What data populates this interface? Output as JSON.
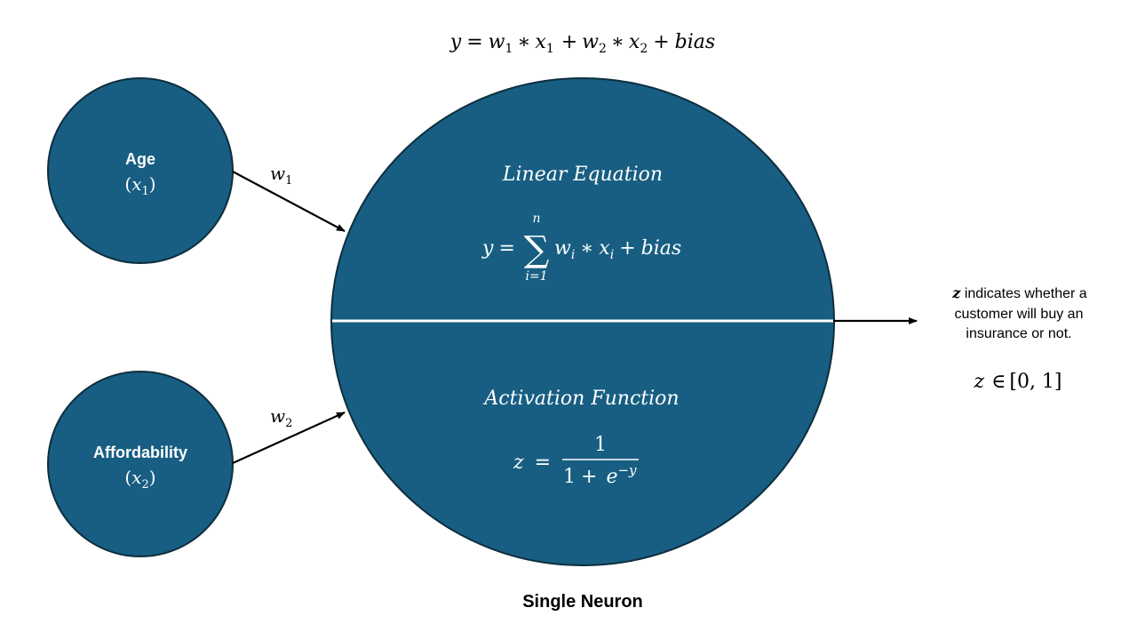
{
  "top_equation": {
    "y": "y",
    "eq": "=",
    "w1": "w",
    "w1_sub": "1",
    "times1": "∗",
    "x1": "x",
    "x1_sub": "1",
    "plus1": "+",
    "w2": "w",
    "w2_sub": "2",
    "times2": "∗",
    "x2": "x",
    "x2_sub": "2",
    "plus2": "+",
    "bias": "bias"
  },
  "inputs": [
    {
      "name": "Age",
      "var_open": "(",
      "var": "x",
      "var_sub": "1",
      "var_close": ")",
      "weight": "w",
      "weight_sub": "1"
    },
    {
      "name": "Affordability",
      "var_open": "(",
      "var": "x",
      "var_sub": "2",
      "var_close": ")",
      "weight": "w",
      "weight_sub": "2"
    }
  ],
  "neuron": {
    "linear_title": "Linear Equation",
    "linear_eq": {
      "y": "y",
      "eq": "=",
      "sigma": "∑",
      "upper": "n",
      "lower": "i=1",
      "w": "w",
      "w_sub": "i",
      "times": "∗",
      "x": "x",
      "x_sub": "i",
      "plus": "+",
      "bias": "bias"
    },
    "activation_title": "Activation Function",
    "activation_eq": {
      "z": "z",
      "eq": "=",
      "numerator": "1",
      "den_one": "1",
      "den_plus": "+",
      "e": "e",
      "exp": "−y"
    },
    "caption": "Single Neuron"
  },
  "output": {
    "z_symbol": "z",
    "desc_line1_rest": " indicates whether a",
    "desc_line2": "customer will buy an",
    "desc_line3": "insurance or not.",
    "range_z": "z",
    "range_in": "∈",
    "range_set": "[0, 1]"
  },
  "colors": {
    "node_fill": "#175e82",
    "node_stroke": "#0e2e3e",
    "node_text": "#ffffff",
    "divider": "#ffffff",
    "arrow": "#000000",
    "text": "#000000"
  }
}
